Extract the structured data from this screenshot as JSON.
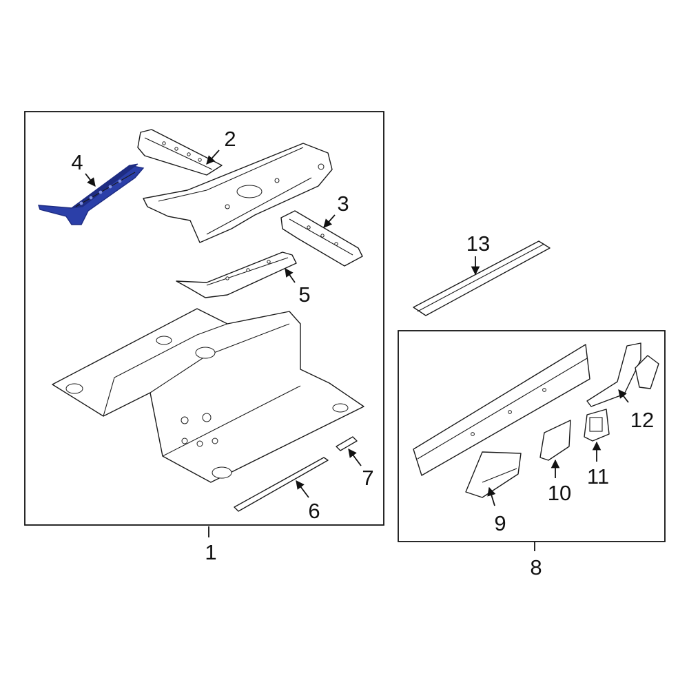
{
  "colors": {
    "highlight": "#2b3fa8",
    "highlight_dark": "#1e2c82",
    "line": "#1a1a1a",
    "background": "#ffffff"
  },
  "callouts": {
    "c1": "1",
    "c2": "2",
    "c3": "3",
    "c4": "4",
    "c5": "5",
    "c6": "6",
    "c7": "7",
    "c8": "8",
    "c9": "9",
    "c10": "10",
    "c11": "11",
    "c12": "12",
    "c13": "13"
  },
  "highlighted_part": "4"
}
